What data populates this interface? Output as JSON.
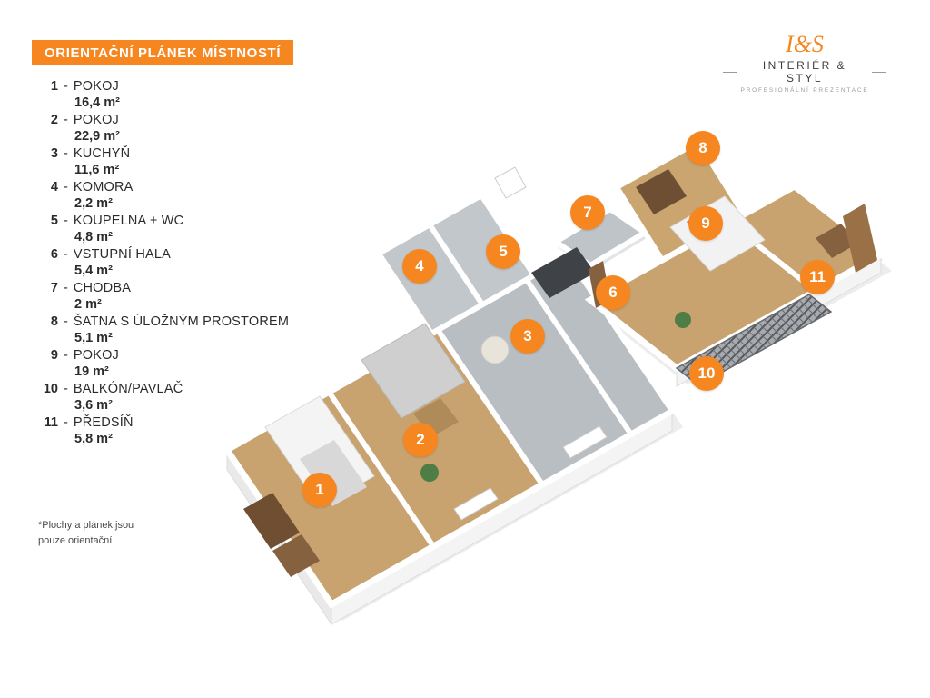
{
  "title": "ORIENTAČNÍ PLÁNEK MÍSTNOSTÍ",
  "logo": {
    "monogram": "I&S",
    "name": "INTERIÉR & STYL",
    "tagline": "PROFESIONÁLNÍ PREZENTACE"
  },
  "legend": {
    "separator": "-",
    "items": [
      {
        "num": "1",
        "name": "POKOJ",
        "area": "16,4 m²"
      },
      {
        "num": "2",
        "name": "POKOJ",
        "area": "22,9 m²"
      },
      {
        "num": "3",
        "name": "KUCHYŇ",
        "area": "11,6 m²"
      },
      {
        "num": "4",
        "name": "KOMORA",
        "area": "2,2 m²"
      },
      {
        "num": "5",
        "name": "KOUPELNA + WC",
        "area": "4,8 m²"
      },
      {
        "num": "6",
        "name": "VSTUPNÍ HALA",
        "area": "5,4 m²"
      },
      {
        "num": "7",
        "name": "CHODBA",
        "area": "2 m²"
      },
      {
        "num": "8",
        "name": "ŠATNA S ÚLOŽNÝM PROSTOREM",
        "area": "5,1 m²"
      },
      {
        "num": "9",
        "name": "POKOJ",
        "area": "19 m²"
      },
      {
        "num": "10",
        "name": "BALKÓN/PAVLAČ",
        "area": "3,6 m²"
      },
      {
        "num": "11",
        "name": "PŘEDSÍŇ",
        "area": "5,8 m²"
      }
    ]
  },
  "footnote": {
    "line1": "*Plochy  a plánek jsou",
    "line2": "pouze orientační"
  },
  "colors": {
    "accent": "#F6861F",
    "wood": "#C9A36F",
    "tile": "#BBC0C4"
  }
}
